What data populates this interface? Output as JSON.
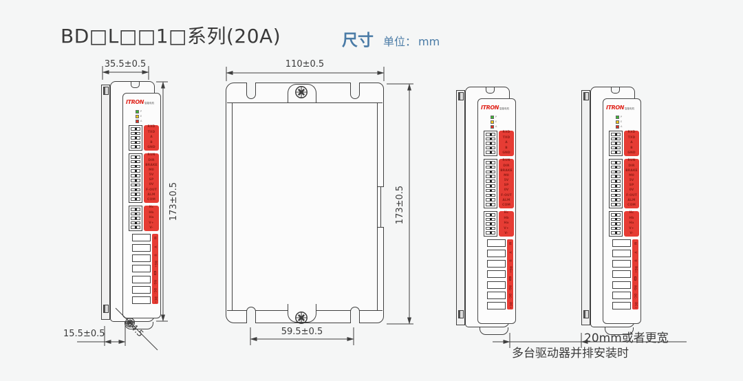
{
  "header": {
    "title": "BD□L□□1□系列(20A)",
    "size_label": "尺寸",
    "unit_label": "单位：",
    "unit": "mm"
  },
  "colors": {
    "accent_red": "#e63c34",
    "red_label_text": "#8f1d16",
    "blue": "#4a7ba6",
    "line": "#3f3f3f",
    "led_green": "#3cb832",
    "led_yellow": "#f5c91f",
    "led_red": "#e23126"
  },
  "device": {
    "brand": "ITRON",
    "brand_suffix": "智能电机",
    "leds": [
      {
        "color": "green",
        "label": "P"
      },
      {
        "color": "yellow",
        "label": "E"
      },
      {
        "color": "red",
        "label": "A"
      }
    ],
    "connector_groups": [
      {
        "name": "comm",
        "labels": [
          "RXD",
          "TXD",
          "A",
          "B",
          "GND"
        ]
      },
      {
        "name": "control",
        "labels": [
          "RUN",
          "DIR",
          "BRAKE",
          "M0",
          "5V",
          "SP",
          "0V",
          "F-OUT",
          "ALM",
          "COM"
        ]
      },
      {
        "name": "hall",
        "labels": [
          "Hc",
          "Hb",
          "Ha",
          "V+",
          "V-"
        ]
      }
    ],
    "power_labels": [
      "W",
      "V",
      "U",
      "RG+",
      "RG-",
      "DC-",
      "DC+"
    ]
  },
  "dimensions": {
    "side_width": "35.5±0.5",
    "side_height": "173±0.5",
    "side_depth": "15.5±0.5",
    "mount_hole": "Ø4.5",
    "front_width": "110±0.5",
    "front_height": "173±0.5",
    "front_slot_span": "59.5±0.5",
    "gap": "20mm或者更宽",
    "gap_caption": "多台驱动器并排安装时"
  }
}
